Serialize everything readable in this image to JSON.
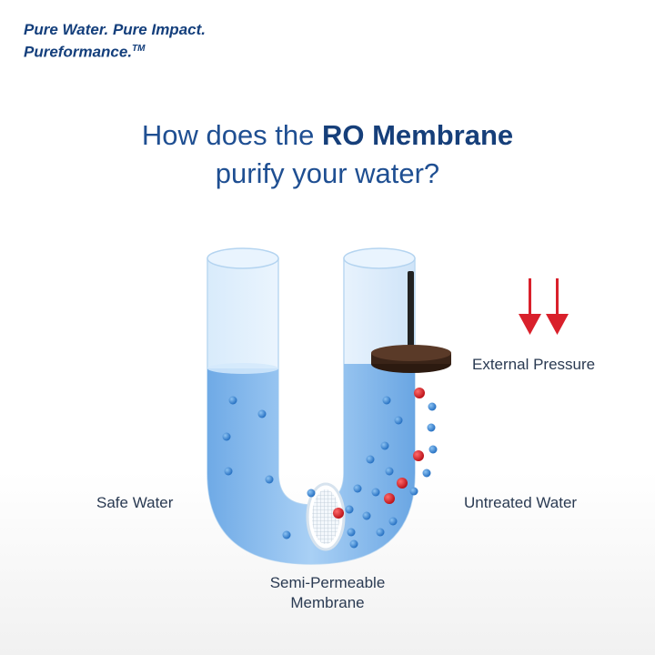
{
  "tagline": {
    "line1": "Pure Water. Pure Impact.",
    "line2": "Pureformance.",
    "trademark": "TM"
  },
  "headline": {
    "part1": "How does the ",
    "bold": "RO Membrane",
    "line2": "purify your water?"
  },
  "labels": {
    "external_pressure": "External Pressure",
    "safe_water": "Safe Water",
    "untreated_water": "Untreated Water",
    "membrane_line1": "Semi-Permeable",
    "membrane_line2": "Membrane"
  },
  "colors": {
    "brand_blue": "#1f4f92",
    "arrow_red": "#d9202b",
    "water_blue": "#7fb6ec",
    "particle_red": "#d4141e",
    "molecule_blue": "#2f7fd1",
    "piston": "#3a2418"
  }
}
